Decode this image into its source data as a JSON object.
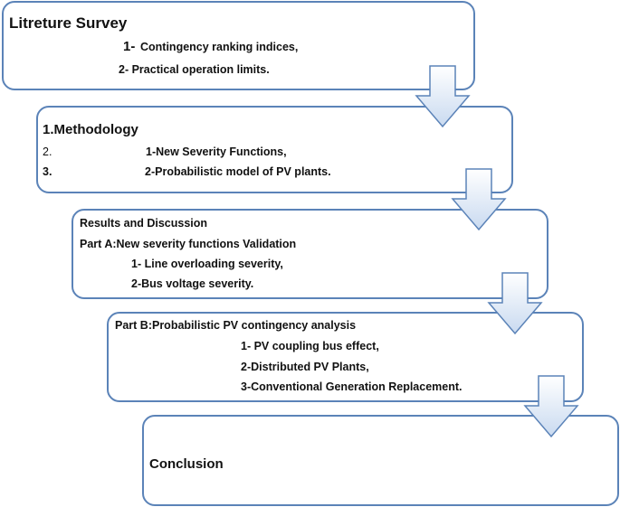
{
  "boxes": {
    "literature": {
      "title": "Litreture Survey",
      "item1_num": "1-",
      "item1_text": "Contingency ranking indices,",
      "item2": "2- Practical operation limits."
    },
    "methodology": {
      "title": "1.Methodology",
      "num2": "2.",
      "num3": "3.",
      "item1": "1-New Severity Functions,",
      "item2": "2-Probabilistic model of PV plants."
    },
    "results": {
      "title": "Results and Discussion",
      "part_a": "Part A:New severity functions Validation",
      "item1": "1- Line overloading severity,",
      "item2": "2-Bus voltage severity."
    },
    "part_b": {
      "title": "Part B:Probabilistic PV contingency analysis",
      "item1": "1- PV coupling bus effect,",
      "item2": "2-Distributed PV Plants,",
      "item3": "3-Conventional Generation Replacement."
    },
    "conclusion": {
      "title": "Conclusion"
    }
  },
  "colors": {
    "border": "#5b83b8",
    "arrow_fill_top": "#ffffff",
    "arrow_fill_bottom": "#c9daf0"
  }
}
